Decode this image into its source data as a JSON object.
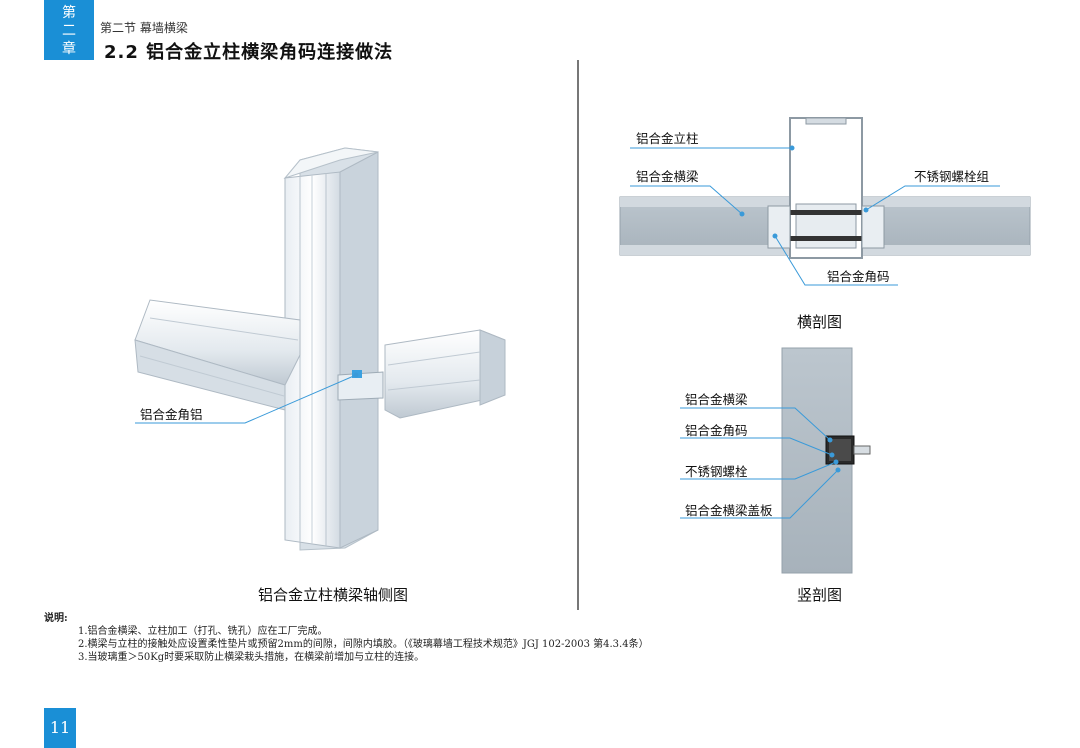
{
  "header": {
    "chapter_tab": [
      "第",
      "二",
      "章"
    ],
    "section": "第二节 幕墙横梁",
    "title": "2.2 铝合金立柱横梁角码连接做法"
  },
  "figures": {
    "axonometric": {
      "caption": "铝合金立柱横梁轴侧图",
      "callouts": [
        "铝合金角铝"
      ]
    },
    "horizontal_section": {
      "caption": "横剖图",
      "callouts": [
        "铝合金立柱",
        "铝合金横梁",
        "不锈钢螺栓组",
        "铝合金角码"
      ]
    },
    "vertical_section": {
      "caption": "竖剖图",
      "callouts": [
        "铝合金横梁",
        "铝合金角码",
        "不锈钢螺栓",
        "铝合金横梁盖板"
      ]
    }
  },
  "notes": {
    "title": "说明:",
    "items": [
      "1.铝合金横梁、立柱加工（打孔、铣孔）应在工厂完成。",
      "2.横梁与立柱的接触处应设置柔性垫片或预留2mm的间隙，间隙内填胶。（《玻璃幕墙工程技术规范》JGJ 102-2003 第4.3.4条）",
      "3.当玻璃重＞50Kg时要采取防止横梁栽头措施，在横梁前增加与立柱的连接。"
    ]
  },
  "page_number": "11",
  "colors": {
    "accent": "#1a8fd6",
    "leader": "#3a9ad9",
    "divider": "#777777"
  }
}
